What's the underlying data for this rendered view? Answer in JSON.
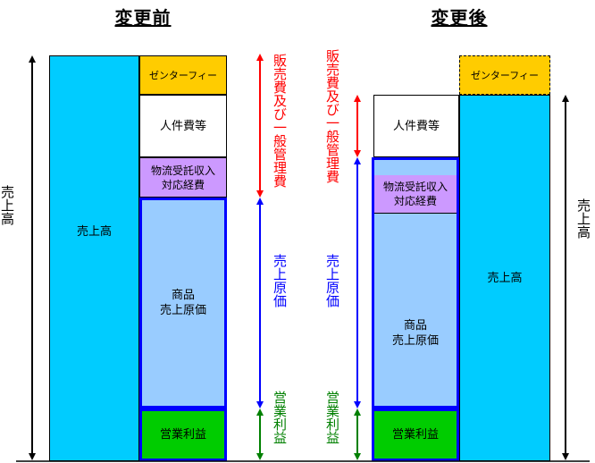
{
  "titles": {
    "before": "変更前",
    "after": "変更後"
  },
  "before": {
    "sales_label": "売上高",
    "center_fee": "ゼンターフィー",
    "personnel": "人件費等",
    "logistics": "物流受託収入\n対応経費",
    "cogs": "商品\n売上原価",
    "operating_profit": "営業利益",
    "left_axis_label": "売上高"
  },
  "after": {
    "sales_label": "売上高",
    "center_fee": "ゼンターフィー",
    "personnel": "人件費等",
    "logistics": "物流受託収入\n対応経費",
    "cogs": "商品\n売上原価",
    "operating_profit": "営業利益",
    "right_axis_label": "売上高"
  },
  "annotations": {
    "sga": "販売費及び一般管理費",
    "cost_of_sales": "売上原価",
    "operating_profit": "営業利益"
  },
  "colors": {
    "sales": "#00ccff",
    "center_fee": "#ffcc00",
    "logistics": "#cc99ff",
    "cogs": "#99ccff",
    "profit": "#00cc00",
    "red": "#ff0000",
    "blue": "#0000ff",
    "green": "#008000"
  }
}
